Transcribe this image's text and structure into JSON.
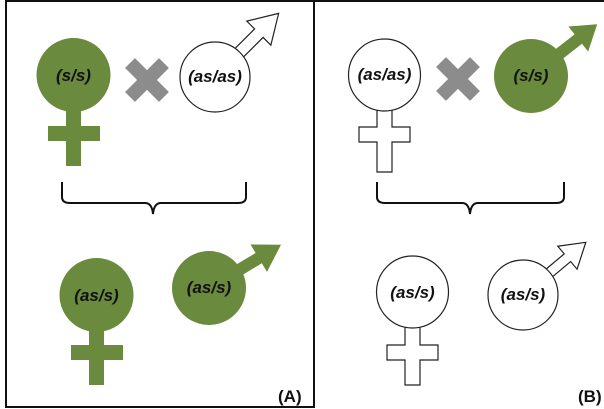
{
  "colors": {
    "filled": "#6a8a3e",
    "outline": "#222222",
    "cross": "#8c8c8c",
    "frame": "#111111"
  },
  "panel_a": {
    "label": "(A)",
    "parent_female": {
      "genotype": "(s/s)",
      "filled": true
    },
    "parent_male": {
      "genotype": "(as/as)",
      "filled": false
    },
    "cross_icon": "cross-icon",
    "offspring_female": {
      "genotype": "(as/s)",
      "filled": true
    },
    "offspring_male": {
      "genotype": "(as/s)",
      "filled": true
    }
  },
  "panel_b": {
    "label": "(B)",
    "parent_female": {
      "genotype": "(as/as)",
      "filled": false
    },
    "parent_male": {
      "genotype": "(s/s)",
      "filled": true
    },
    "cross_icon": "cross-icon",
    "offspring_female": {
      "genotype": "(as/s)",
      "filled": false
    },
    "offspring_male": {
      "genotype": "(as/s)",
      "filled": false
    }
  }
}
